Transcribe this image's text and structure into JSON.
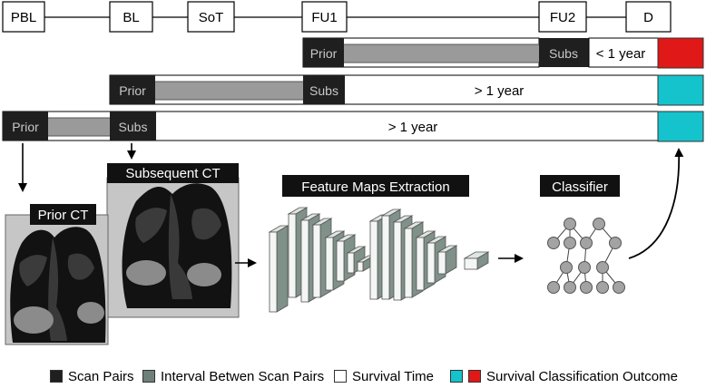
{
  "timeline": {
    "labels": [
      "PBL",
      "BL",
      "SoT",
      "FU1",
      "FU2",
      "D"
    ]
  },
  "rows": [
    {
      "prior_label": "Prior",
      "subs_label": "Subs",
      "duration": "< 1 year",
      "outcome_color": "#e01818"
    },
    {
      "prior_label": "Prior",
      "subs_label": "Subs",
      "duration": "> 1 year",
      "outcome_color": "#15c3cc"
    },
    {
      "prior_label": "Prior",
      "subs_label": "Subs",
      "duration": "> 1 year",
      "outcome_color": "#15c3cc"
    }
  ],
  "pipeline": {
    "prior_ct": "Prior CT",
    "subsequent_ct": "Subsequent CT",
    "feature_maps": "Feature Maps Extraction",
    "classifier": "Classifier"
  },
  "legend": [
    {
      "label": "Scan Pairs",
      "color": "#1f1f1f"
    },
    {
      "label": "Interval Betwen Scan Pairs",
      "color": "#6f7f7a"
    },
    {
      "label": "Survival Time",
      "color": "#ffffff"
    },
    {
      "label": "Survival Classification Outcome",
      "color_a": "#15c3cc",
      "color_b": "#e01818"
    }
  ],
  "colors": {
    "scan": "#1f1f1f",
    "interval": "#9a9a9a",
    "cnn_face": "#f4f6f5",
    "cnn_side": "#7f9189",
    "node": "#a3a3a3"
  }
}
